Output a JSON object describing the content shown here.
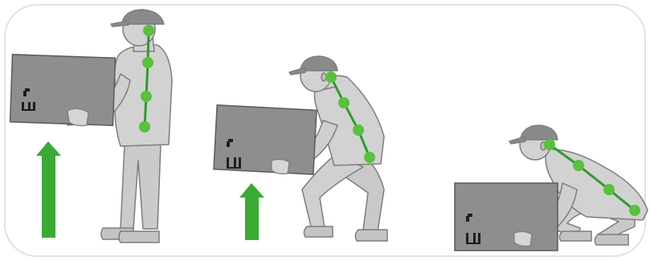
{
  "colors": {
    "background": "#ffffff",
    "frame": "#dcdcdc",
    "figure": "#d2d2d2",
    "figure_outline": "#7d7d7d",
    "cap": "#8a8a8a",
    "box": "#8e8e8e",
    "box_outline": "#5a5a5a",
    "spine_line": "#2f9a2f",
    "spine_joint": "#59c040",
    "arrow": "#3aaa35",
    "handling_marks": "#1e1e1e"
  },
  "icons": {
    "arrow": "up-arrow-icon",
    "box_marks": "keep-upright-and-fragile-icon",
    "spine": "spine-alignment-icon"
  },
  "panels": [
    {
      "name": "standing-lift",
      "posture": "upright",
      "has_arrow": true
    },
    {
      "name": "half-squat-lift",
      "posture": "half-squat",
      "has_arrow": true
    },
    {
      "name": "full-squat-lift",
      "posture": "full-squat",
      "has_arrow": false
    }
  ]
}
